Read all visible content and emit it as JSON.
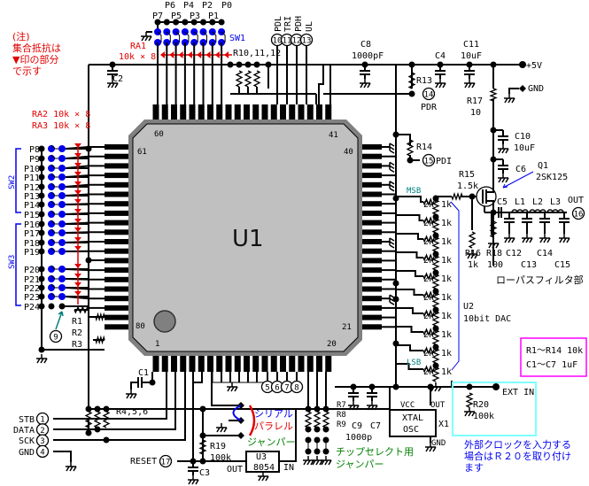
{
  "note": {
    "lines": [
      "(注)",
      "集合抵抗は",
      "▼印の部分",
      "で示す"
    ]
  },
  "ra1": {
    "label": "RA1",
    "value": "10k × 8"
  },
  "ra2": "RA2 10k × 8",
  "ra3": "RA3 10k × 8",
  "sw1": {
    "label": "SW1",
    "ports_low": [
      "P7",
      "P5",
      "P3",
      "P1"
    ],
    "ports_high": [
      "P6",
      "P4",
      "P2",
      "P0"
    ]
  },
  "left_ports": [
    "P8",
    "P9",
    "P10",
    "P11",
    "P12",
    "P13",
    "P14",
    "P15",
    "P16",
    "P17",
    "P18",
    "P19",
    "P20",
    "P21",
    "P22",
    "P23",
    "P24"
  ],
  "sw2": "SW2",
  "sw3": "SW3",
  "r10": "R10,11,12",
  "top_signals": [
    {
      "name": "PDL",
      "num": "10"
    },
    {
      "name": "TRI",
      "num": "11"
    },
    {
      "name": "PDH",
      "num": "12"
    },
    {
      "name": "UL",
      "num": "13"
    }
  ],
  "u1": {
    "label": "U1",
    "pin60": "60",
    "pin41": "41",
    "pin61": "61",
    "pin40": "40",
    "pin80": "80",
    "pin21": "21",
    "pin1": "1",
    "pin20": "20"
  },
  "c2": "C2",
  "c8": {
    "label": "C8",
    "value": "1000pF"
  },
  "c4": "C4",
  "c11": {
    "label": "C11",
    "value": "10uF"
  },
  "vplus": "+5V",
  "gnd": "GND",
  "r13": "R13",
  "pdr": {
    "num": "14",
    "label": "PDR"
  },
  "r17": {
    "label": "R17",
    "value": "10"
  },
  "r14": "R14",
  "pdi": {
    "num": "15",
    "label": "PDI"
  },
  "c10": {
    "label": "C10",
    "value": "10uF"
  },
  "c6": "C6",
  "q1": {
    "label": "Q1",
    "part": "2SK125"
  },
  "r15": {
    "label": "R15",
    "value": "1.5k"
  },
  "dac": {
    "msb": "MSB",
    "lsb": "LSB",
    "r2": "2k",
    "r1": "1k",
    "label": "U2",
    "desc": "10bit DAC"
  },
  "filter": {
    "c5": "C5",
    "l1": "L1",
    "l2": "L2",
    "l3": "L3",
    "out": "OUT",
    "out_num": "16",
    "r16": "R16",
    "r16v": "1k",
    "r18": "R18",
    "r18v": "100",
    "c12": "C12",
    "c13": "C13",
    "c14": "C14",
    "c15": "C15",
    "title": "ローパスフィルタ部"
  },
  "legend": {
    "line1": "R1〜R14  10k",
    "line2": "C1〜C7  1uF"
  },
  "r123": [
    "R1",
    "R2",
    "R3"
  ],
  "pin9": "9",
  "c1": "C1",
  "inputs": [
    {
      "label": "STB",
      "num": "1"
    },
    {
      "label": "DATA",
      "num": "2"
    },
    {
      "label": "SCK",
      "num": "3"
    },
    {
      "label": "GND",
      "num": "4"
    }
  ],
  "r456": "R4,5,6",
  "bottom_nums": [
    "5",
    "6",
    "7",
    "8"
  ],
  "jumper": {
    "serial": "シリアル",
    "parallel": "パラレル",
    "label": "ジャンパー"
  },
  "r19": {
    "label": "R19",
    "value": "100k"
  },
  "reset": {
    "label": "RESET",
    "num": "17"
  },
  "c3": "C3",
  "u3": {
    "label": "U3",
    "part": "8054",
    "out": "OUT",
    "in": "IN"
  },
  "r789": [
    "R7",
    "R8",
    "R9"
  ],
  "c9": {
    "label": "C9",
    "value": "1000p"
  },
  "c7": "C7",
  "cs_jumper": [
    "チップセレクト用",
    "ジャンパー"
  ],
  "x1": {
    "vcc": "VCC",
    "out": "OUT",
    "line1": "XTAL",
    "line2": "OSC",
    "label": "X1",
    "gnd": "GND"
  },
  "ext": {
    "label": "EXT IN",
    "r20": "R20",
    "r20v": "100k",
    "note": [
      "外部クロックを入力する",
      "場合はＲ２０を取り付け",
      "ます"
    ]
  },
  "colors": {
    "chip": "#c0c0c0",
    "chip_edge": "#808080",
    "switch": "#0000ee",
    "arrow": "#e00000",
    "legend_border": "#ff00ff",
    "ext_border": "#80ffff"
  }
}
